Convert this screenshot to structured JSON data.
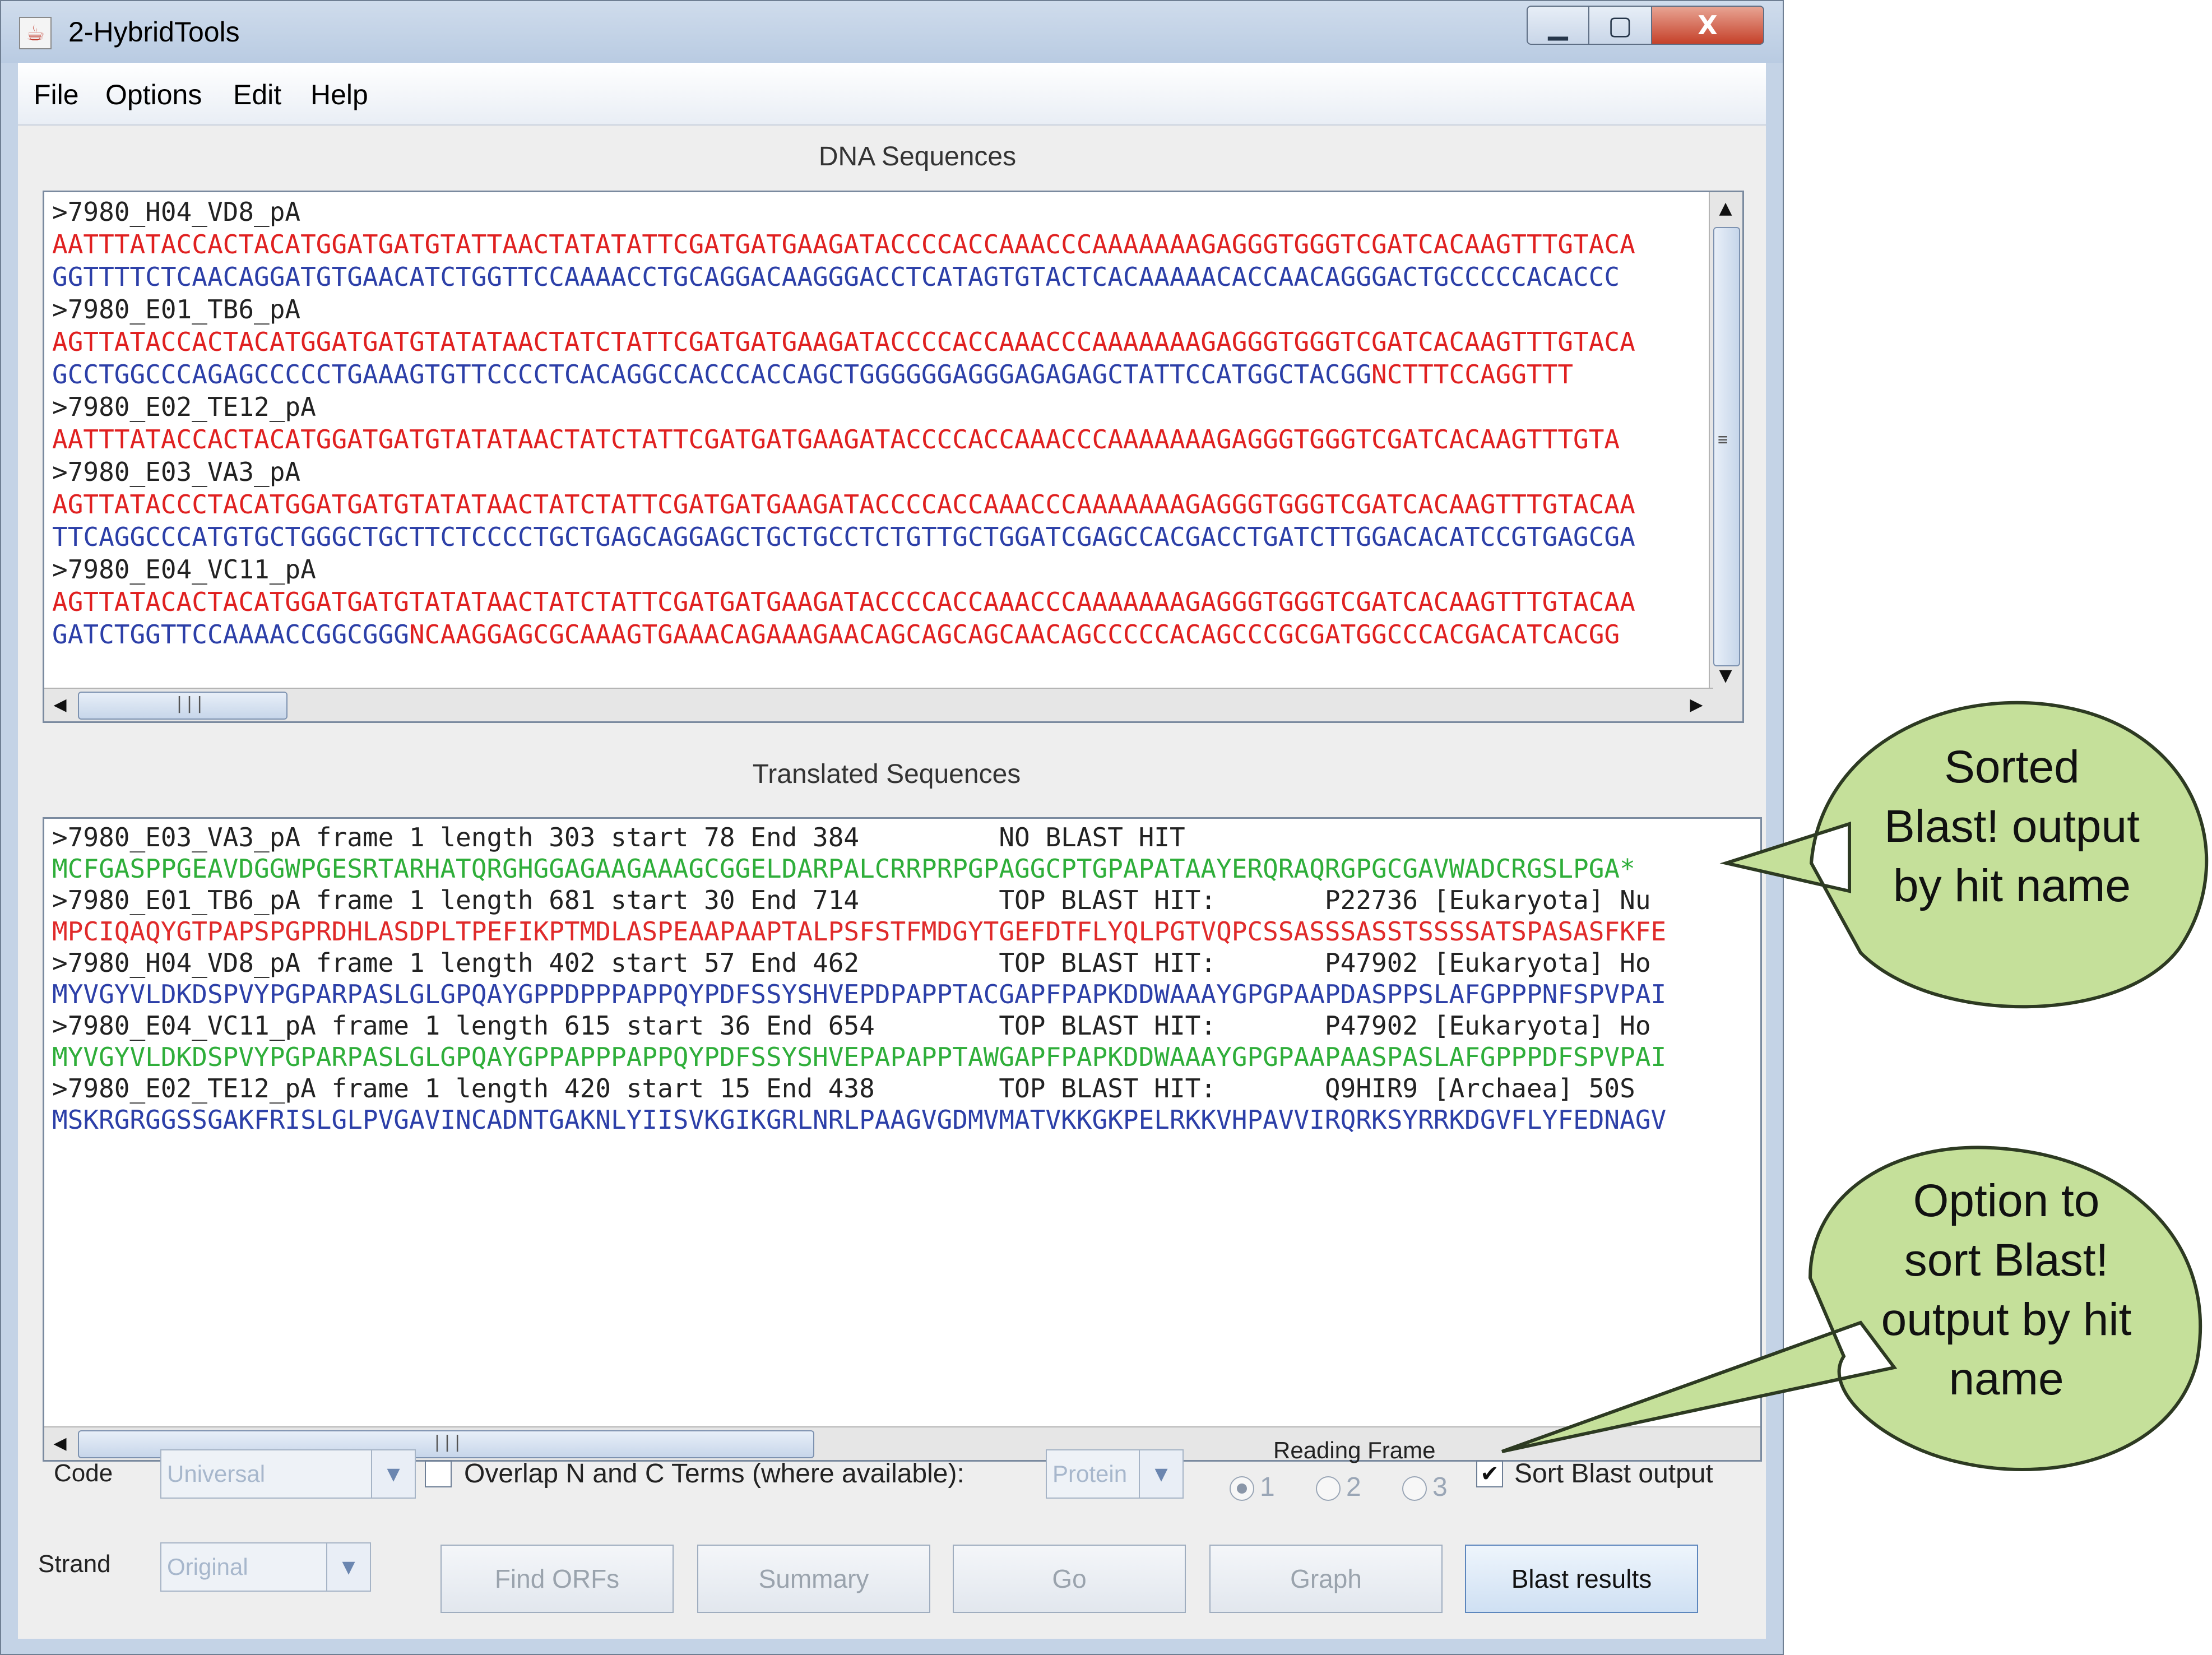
{
  "window": {
    "title": "2-HybridTools",
    "controls": {
      "minimize": "▁",
      "maximize": "▢",
      "close": "X"
    }
  },
  "menu": {
    "items": [
      "File",
      "Options",
      "Edit",
      "Help"
    ]
  },
  "dna": {
    "label": "DNA Sequences",
    "lines": [
      {
        "segments": [
          {
            "text": ">7980_H04_VD8_pA",
            "color": "hdr"
          }
        ]
      },
      {
        "segments": [
          {
            "text": "AATTTATACCACTACATGGATGATGTATTAACTATATATTCGATGATGAAGATACCCCACCAAACCCAAAAAAAGAGGGTGGGTCGATCACAAGTTTGTACA",
            "color": "dna-red"
          }
        ]
      },
      {
        "segments": [
          {
            "text": "GGTTTTCTCAACAGGATGTGAACATCTGGTTCCAAAACCTGCAGGACAAGGGACCTCATAGTGTACTCACAAAAACACCAACAGGGACTGCCCCCACACCC",
            "color": "dna-blue"
          }
        ]
      },
      {
        "segments": [
          {
            "text": ">7980_E01_TB6_pA",
            "color": "hdr"
          }
        ]
      },
      {
        "segments": [
          {
            "text": "AGTTATACCACTACATGGATGATGTATATAACTATCTATTCGATGATGAAGATACCCCACCAAACCCAAAAAAAGAGGGTGGGTCGATCACAAGTTTGTACA",
            "color": "dna-red"
          }
        ]
      },
      {
        "segments": [
          {
            "text": "GCCTGGCCCAGAGCCCCCTGAAAGTGTTCCCCTCACAGGCCACCCACCAGCTGGGGGGAGGGAGAGAGCTATTCCATGGCTACGG",
            "color": "dna-blue"
          },
          {
            "text": "NCTTTCCAGGTTT",
            "color": "dna-red"
          }
        ]
      },
      {
        "segments": [
          {
            "text": ">7980_E02_TE12_pA",
            "color": "hdr"
          }
        ]
      },
      {
        "segments": [
          {
            "text": "AATTTATACCACTACATGGATGATGTATATAACTATCTATTCGATGATGAAGATACCCCACCAAACCCAAAAAAAGAGGGTGGGTCGATCACAAGTTTGTA",
            "color": "dna-red"
          }
        ]
      },
      {
        "segments": [
          {
            "text": ">7980_E03_VA3_pA",
            "color": "hdr"
          }
        ]
      },
      {
        "segments": [
          {
            "text": "AGTTATACCCTACATGGATGATGTATATAACTATCTATTCGATGATGAAGATACCCCACCAAACCCAAAAAAAGAGGGTGGGTCGATCACAAGTTTGTACAA",
            "color": "dna-red"
          }
        ]
      },
      {
        "segments": [
          {
            "text": "TTCAGGCCCATGTGCTGGGCTGCTTCTCCCCTGCTGAGCAGGAGCTGCTGCCTCTGTTGCTGGATCGAGCCACGACCTGATCTTGGACACATCCGTGAGCGA",
            "color": "dna-blue"
          }
        ]
      },
      {
        "segments": [
          {
            "text": ">7980_E04_VC11_pA",
            "color": "hdr"
          }
        ]
      },
      {
        "segments": [
          {
            "text": "AGTTATACACTACATGGATGATGTATATAACTATCTATTCGATGATGAAGATACCCCACCAAACCCAAAAAAAGAGGGTGGGTCGATCACAAGTTTGTACAA",
            "color": "dna-red"
          }
        ]
      },
      {
        "segments": [
          {
            "text": "GATCTGGTTCCAAAACCGGCGGG",
            "color": "dna-blue"
          },
          {
            "text": "NCAAGGAGCGCAAAGTGAAACAGAAAGAACAGCAGCAGCAACAGCCCCCACAGCCCGCGATGGCCCACGACATCACGG",
            "color": "dna-red"
          }
        ]
      }
    ]
  },
  "translated": {
    "label": "Translated Sequences",
    "lines": [
      {
        "segments": [
          {
            "text": ">7980_E03_VA3_pA frame 1 length 303 start 78 End 384         NO BLAST HIT",
            "color": "hdr"
          }
        ]
      },
      {
        "segments": [
          {
            "text": "MCFGASPPGEAVDGGWPGESRTARHATQRGHGGAGAAGAAAGCGGELDARPALCRRPRPGPAGGCPTGPAPATAAYERQRAQRGPGCGAVWADCRGSLPGA*",
            "color": "pr-green"
          }
        ]
      },
      {
        "segments": [
          {
            "text": ">7980_E01_TB6_pA frame 1 length 681 start 30 End 714         TOP BLAST HIT:       P22736 [Eukaryota] Nu",
            "color": "hdr"
          }
        ]
      },
      {
        "segments": [
          {
            "text": "MPCIQAQYGTPAPSPGPRDHLASDPLTPEFIKPTMDLASPEAAPAAPTALPSFSTFMDGYTGEFDTFLYQLPGTVQPCSSASSSASSTSSSSATSPASASFKFE",
            "color": "pr-red"
          }
        ]
      },
      {
        "segments": [
          {
            "text": ">7980_H04_VD8_pA frame 1 length 402 start 57 End 462         TOP BLAST HIT:       P47902 [Eukaryota] Ho",
            "color": "hdr"
          }
        ]
      },
      {
        "segments": [
          {
            "text": "MYVGYVLDKDSPVYPGPARPASLGLGPQAYGPPDPPPAPPQYPDFSSYSHVEPDPAPPTACGAPFPAPKDDWAAAYGPGPAAPDASPPSLAFGPPPNFSPVPAI",
            "color": "pr-blue"
          }
        ]
      },
      {
        "segments": [
          {
            "text": ">7980_E04_VC11_pA frame 1 length 615 start 36 End 654        TOP BLAST HIT:       P47902 [Eukaryota] Ho",
            "color": "hdr"
          }
        ]
      },
      {
        "segments": [
          {
            "text": "MYVGYVLDKDSPVYPGPARPASLGLGPQAYGPPAPPPAPPQYPDFSSYSHVEPAPAPPTAWGAPFPAPKDDWAAAYGPGPAAPAASPASLAFGPPPDFSPVPAI",
            "color": "pr-green"
          }
        ]
      },
      {
        "segments": [
          {
            "text": ">7980_E02_TE12_pA frame 1 length 420 start 15 End 438        TOP BLAST HIT:       Q9HIR9 [Archaea] 50S",
            "color": "hdr"
          }
        ]
      },
      {
        "segments": [
          {
            "text": "MSKRGRGGSSGAKFRISLGLPVGAVINCADNTGAKNLYIISVKGIKGRLNRLPAAGVGDMVMATVKKGKPELRKKVHPAVVIRQRKSYRRKDGVFLYFEDNAGV",
            "color": "pr-blue"
          }
        ]
      }
    ]
  },
  "controls": {
    "code_label": "Code",
    "code_value": "Universal",
    "overlap_label": "Overlap N and C Terms (where available):",
    "overlap_value": "Protein",
    "reading_frame_label": "Reading Frame",
    "frames": [
      "1",
      "2",
      "3"
    ],
    "sort_label": "Sort Blast output",
    "sort_checked": "✔",
    "strand_label": "Strand",
    "strand_value": "Original"
  },
  "buttons": {
    "find_orfs": "Find ORFs",
    "summary": "Summary",
    "go": "Go",
    "graph": "Graph",
    "blast_results": "Blast results"
  },
  "callouts": {
    "top": [
      "Sorted",
      "Blast! output",
      "by hit name"
    ],
    "bottom": [
      "Option to",
      "sort Blast!",
      "output by hit",
      "name"
    ],
    "fill_color": "#c5e09a"
  }
}
